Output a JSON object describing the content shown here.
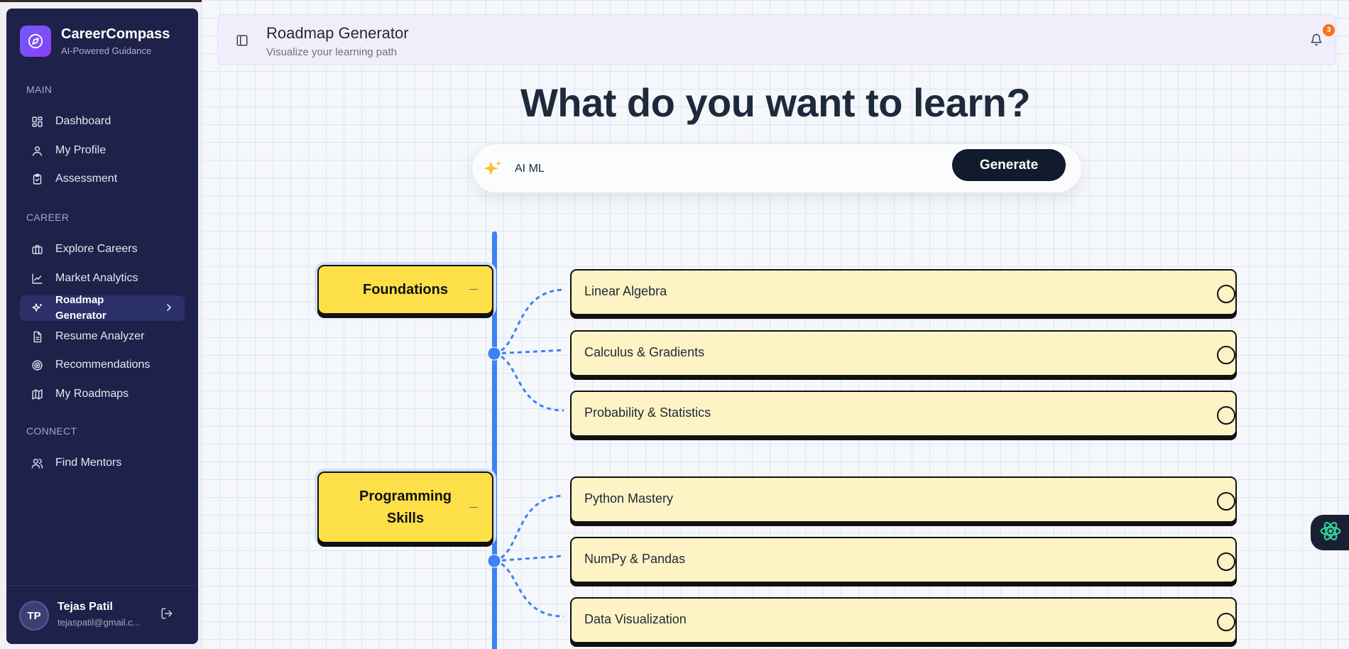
{
  "brand": {
    "name": "CareerCompass",
    "tagline": "AI-Powered Guidance"
  },
  "sidebar": {
    "sections": {
      "main": "MAIN",
      "career": "CAREER",
      "connect": "CONNECT"
    },
    "items": [
      {
        "label": "Dashboard",
        "icon": "grid-icon"
      },
      {
        "label": "My Profile",
        "icon": "user-icon"
      },
      {
        "label": "Assessment",
        "icon": "clipboard-icon"
      },
      {
        "label": "Explore Careers",
        "icon": "briefcase-icon"
      },
      {
        "label": "Market Analytics",
        "icon": "line-chart-icon"
      },
      {
        "label": "Roadmap Generator",
        "icon": "sparkles-icon",
        "active": true
      },
      {
        "label": "Resume Analyzer",
        "icon": "document-icon"
      },
      {
        "label": "Recommendations",
        "icon": "target-icon"
      },
      {
        "label": "My Roadmaps",
        "icon": "map-icon"
      },
      {
        "label": "Find Mentors",
        "icon": "users-icon"
      }
    ]
  },
  "user": {
    "initials": "TP",
    "name": "Tejas Patil",
    "email": "tejaspatil@gmail.c..."
  },
  "header": {
    "title": "Roadmap Generator",
    "subtitle": "Visualize your learning path",
    "notification_count": "3"
  },
  "hero": {
    "title": "What do you want to learn?"
  },
  "search": {
    "value": "AI ML",
    "button": "Generate"
  },
  "roadmap": {
    "topics": [
      {
        "label": "Foundations",
        "subtopics": [
          "Linear Algebra",
          "Calculus & Gradients",
          "Probability & Statistics"
        ]
      },
      {
        "label": "Programming Skills",
        "subtopics": [
          "Python Mastery",
          "NumPy & Pandas",
          "Data Visualization"
        ]
      }
    ]
  },
  "colors": {
    "sidebar_bg": "#1e2149",
    "accent": "#3b82f6",
    "topic_fill": "#fde047",
    "subtopic_fill": "#fef3c5",
    "button_dark": "#121a2e",
    "badge": "#f97316"
  }
}
